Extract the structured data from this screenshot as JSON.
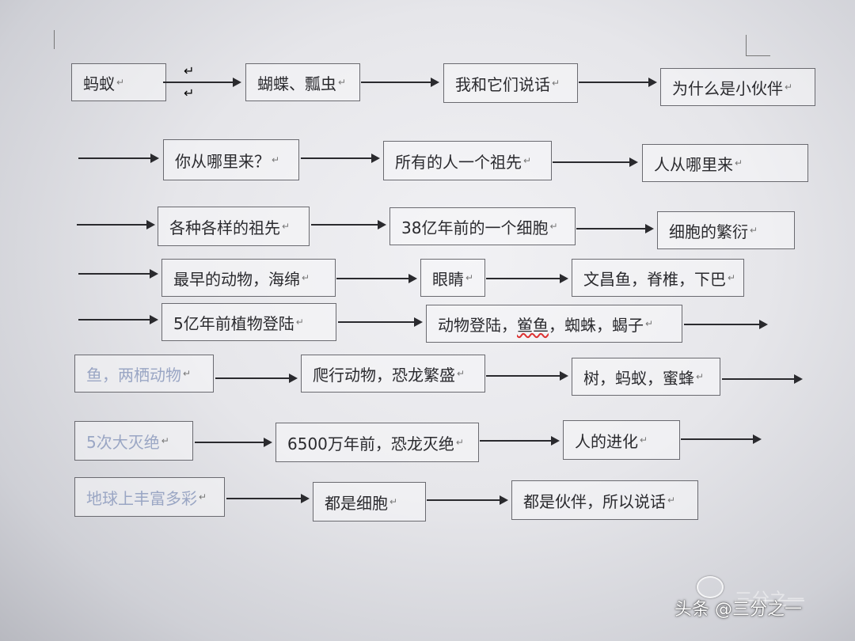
{
  "rows": [
    [
      "蚂蚁",
      "蝴蝶、瓢虫",
      "我和它们说话",
      "为什么是小伙伴"
    ],
    [
      "你从哪里来？",
      "所有的人一个祖先",
      "人从哪里来"
    ],
    [
      "各种各样的祖先",
      "38亿年前的一个细胞",
      "细胞的繁衍"
    ],
    [
      "最早的动物，海绵",
      "眼睛",
      "文昌鱼，脊椎，下巴"
    ],
    [
      "5亿年前植物登陆",
      "动物登陆，鲎鱼，蜘蛛，蝎子"
    ],
    [
      "鱼，两栖动物",
      "爬行动物，恐龙繁盛",
      "树，蚂蚁，蜜蜂"
    ],
    [
      "5次大灭绝",
      "6500万年前，恐龙灭绝",
      "人的进化"
    ],
    [
      "地球上丰富多彩",
      "都是细胞",
      "都是伙伴，所以说话"
    ]
  ],
  "paragraph_mark": "↵",
  "watermark": {
    "text": "头条 @三分之一",
    "ghost_text": "三分之一",
    "icon": "chat-bubble-icon"
  },
  "colors": {
    "text": "#2a2a2e",
    "box_border": "#6a6a70",
    "faded_text": "#9aa6c4"
  }
}
